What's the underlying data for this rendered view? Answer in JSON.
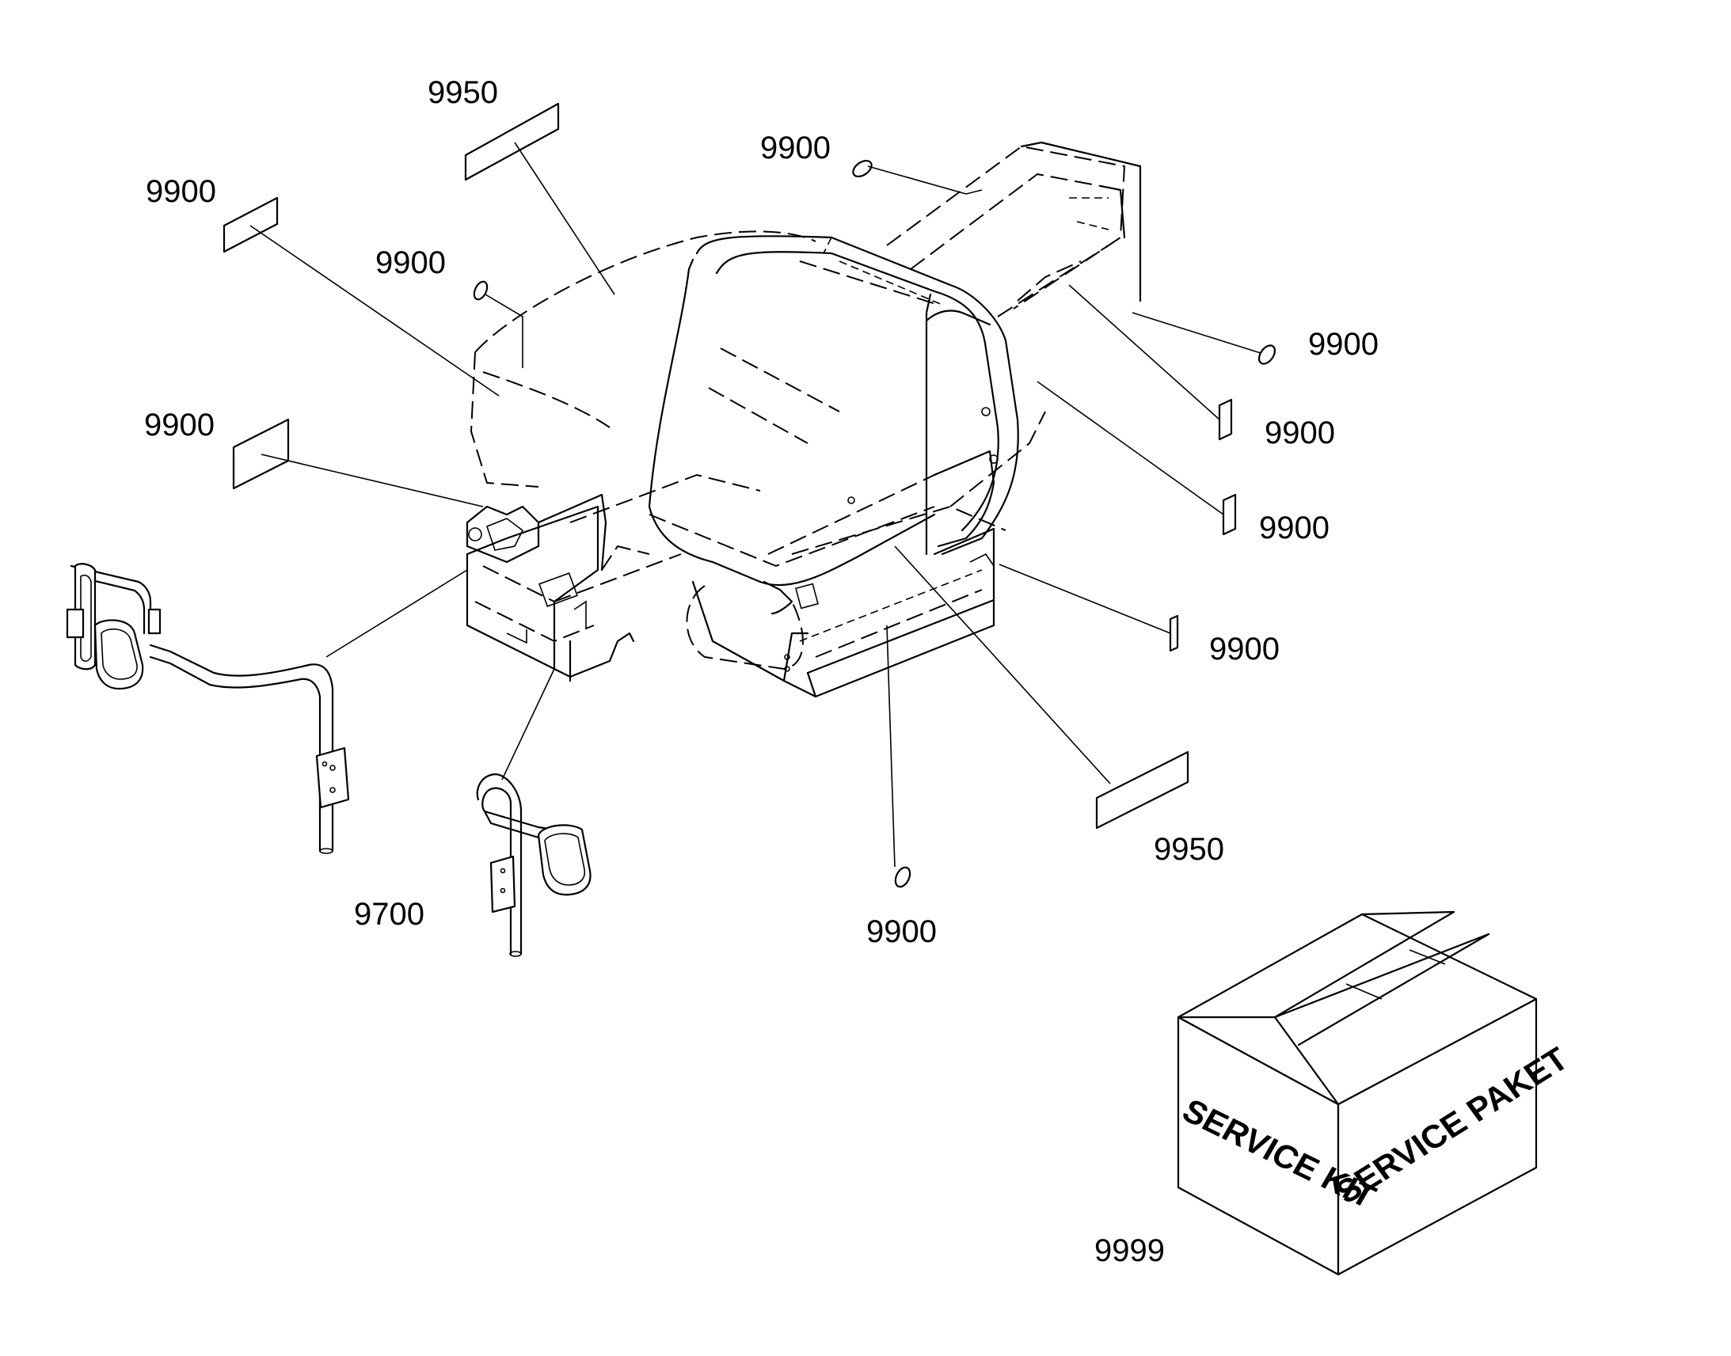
{
  "callouts": [
    "9950",
    "9900",
    "9900",
    "9900",
    "9900",
    "9900",
    "9900",
    "9900",
    "9900",
    "9950",
    "9900",
    "9700",
    "9999"
  ],
  "service_box": {
    "front_text": "SERVICE KIT",
    "side_text": "SERVICE PAKET"
  }
}
